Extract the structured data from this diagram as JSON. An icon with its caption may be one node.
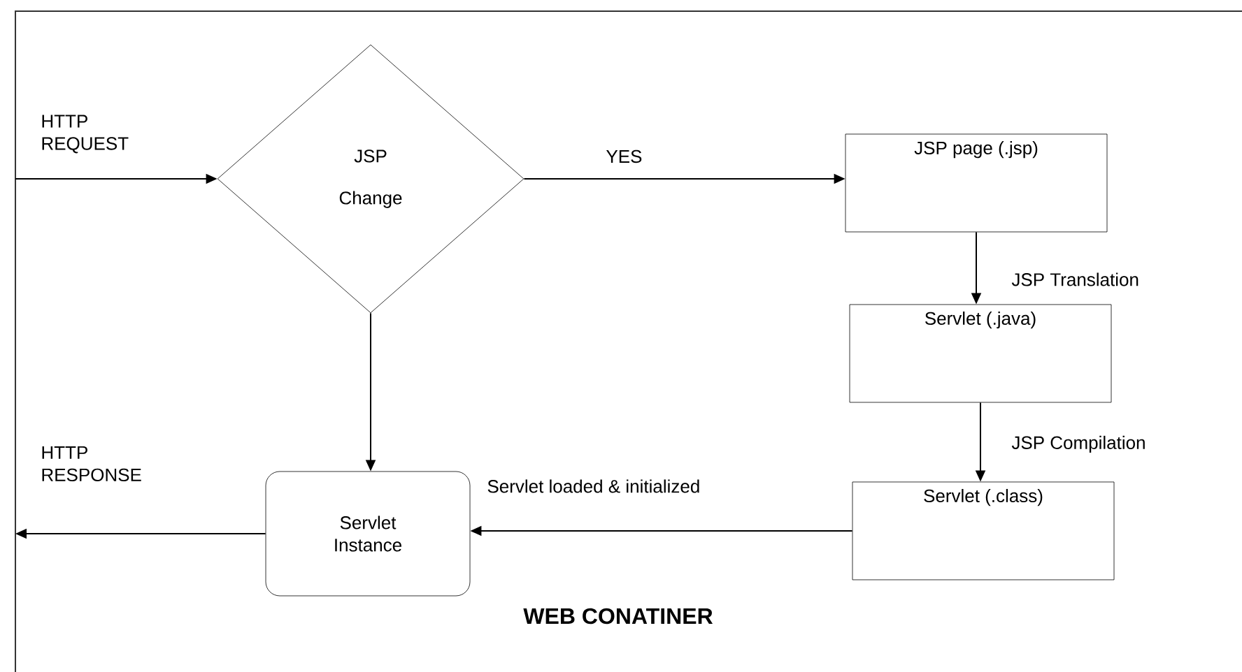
{
  "diagram": {
    "nodes": [
      {
        "text": [
          "JSP Change"
        ]
      },
      {
        "text": [
          "JSP page (.jsp)"
        ]
      },
      {
        "text": [
          "Servlet (.java)"
        ]
      },
      {
        "text": [
          "Servlet (.class)"
        ]
      },
      {
        "text": [
          "Servlet Instance"
        ]
      }
    ],
    "edges": [
      {
        "from": null,
        "to": 0,
        "arrow": "to",
        "label": "HTTP REQUEST"
      },
      {
        "from": 0,
        "to": 1,
        "arrow": "to",
        "label": "YES"
      },
      {
        "from": 1,
        "to": 2,
        "arrow": "to",
        "label": "JSP Translation"
      },
      {
        "from": 2,
        "to": 3,
        "arrow": "to",
        "label": "JSP Compilation"
      },
      {
        "from": 3,
        "to": 4,
        "arrow": "to",
        "label": "Servlet loaded & initialized"
      },
      {
        "from": 0,
        "to": 4,
        "arrow": "to"
      },
      {
        "from": 4,
        "to": null,
        "arrow": "to",
        "label": "HTTP RESPONSE"
      }
    ],
    "labels": [
      "WEB CONATINER"
    ]
  }
}
